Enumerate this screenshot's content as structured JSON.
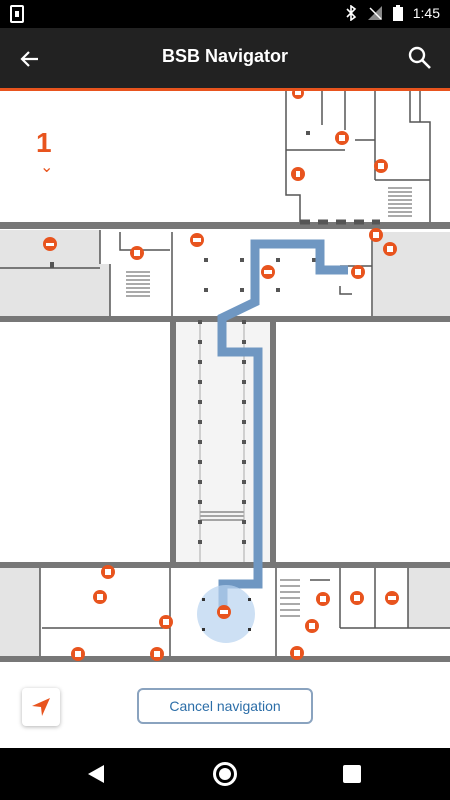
{
  "status_bar": {
    "time": "1:45"
  },
  "app_bar": {
    "title": "BSB Navigator"
  },
  "map": {
    "floor_number": "1"
  },
  "bottom": {
    "cancel_label": "Cancel navigation"
  },
  "colors": {
    "accent": "#e8541e",
    "route": "#6f97c2",
    "app_bar": "#222222"
  },
  "icons": [
    "back-arrow-icon",
    "search-icon",
    "locate-arrow-icon",
    "bluetooth-icon",
    "signal-icon",
    "battery-icon"
  ]
}
